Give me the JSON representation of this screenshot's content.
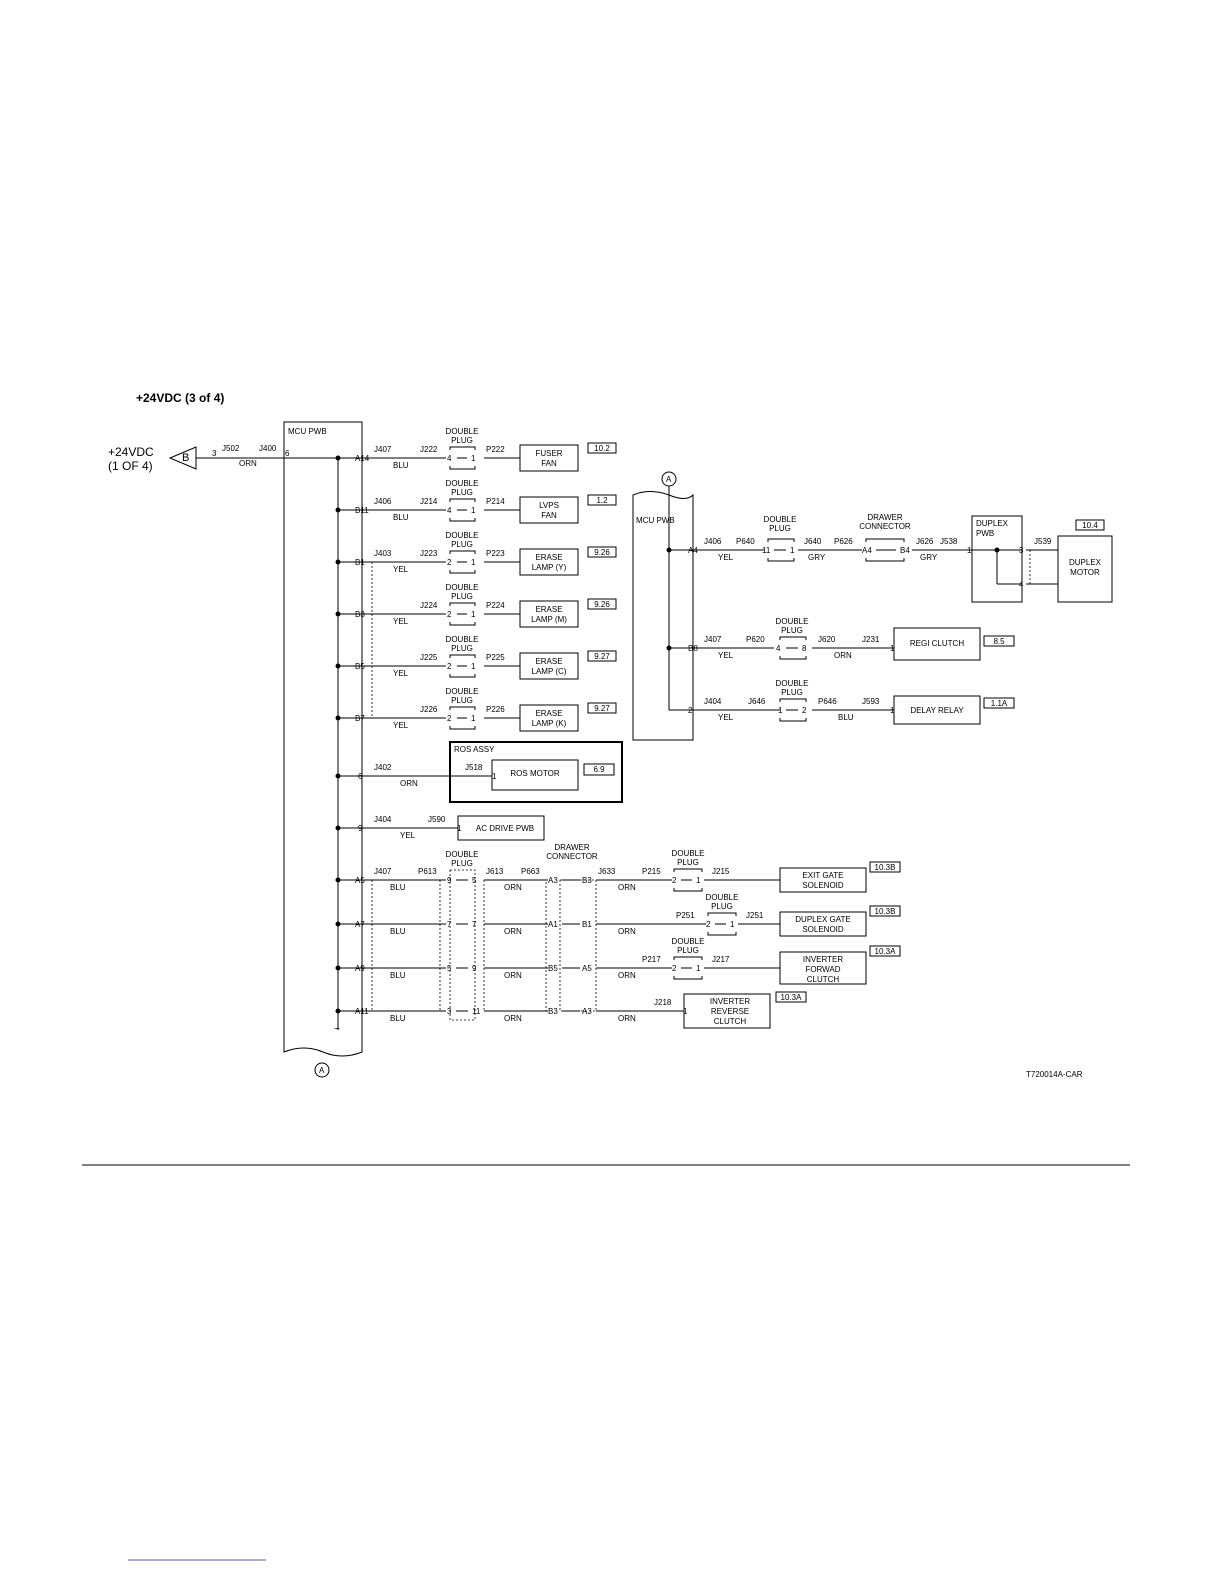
{
  "title": "+24VDC (3 of 4)",
  "source": {
    "line1": "+24VDC",
    "line2": "(1 OF 4)",
    "marker": "B",
    "pin": "3",
    "j502": "J502",
    "j400": "J400",
    "color": "ORN",
    "pin6": "6"
  },
  "mcu_label": "MCU PWB",
  "off_page_marker": "A",
  "figure_id": "T720014A-CAR",
  "double_plug": [
    "DOUBLE",
    "PLUG"
  ],
  "drawer_connector": [
    "DRAWER",
    "CONNECTOR"
  ],
  "branches": [
    {
      "pin": "A14",
      "jack": "J407",
      "color": "BLU",
      "dp_jack": "J222",
      "dp": [
        "4",
        "1"
      ],
      "plug": "P222",
      "comp": [
        "FUSER",
        "FAN"
      ],
      "ref": "10.2"
    },
    {
      "pin": "B11",
      "jack": "J406",
      "color": "BLU",
      "dp_jack": "J214",
      "dp": [
        "4",
        "1"
      ],
      "plug": "P214",
      "comp": [
        "LVPS",
        "FAN"
      ],
      "ref": "1.2"
    },
    {
      "pin": "B1",
      "jack": "J403",
      "color": "YEL",
      "dp_jack": "J223",
      "dp": [
        "2",
        "1"
      ],
      "plug": "P223",
      "comp": [
        "ERASE",
        "LAMP (Y)"
      ],
      "ref": "9.26"
    },
    {
      "pin": "B3",
      "jack": "",
      "color": "YEL",
      "dp_jack": "J224",
      "dp": [
        "2",
        "1"
      ],
      "plug": "P224",
      "comp": [
        "ERASE",
        "LAMP (M)"
      ],
      "ref": "9.26"
    },
    {
      "pin": "B5",
      "jack": "",
      "color": "YEL",
      "dp_jack": "J225",
      "dp": [
        "2",
        "1"
      ],
      "plug": "P225",
      "comp": [
        "ERASE",
        "LAMP (C)"
      ],
      "ref": "9.27"
    },
    {
      "pin": "B7",
      "jack": "",
      "color": "YEL",
      "dp_jack": "J226",
      "dp": [
        "2",
        "1"
      ],
      "plug": "P226",
      "comp": [
        "ERASE",
        "LAMP (K)"
      ],
      "ref": "9.27"
    }
  ],
  "ros": {
    "assy": "ROS ASSY",
    "pin": "6",
    "jack": "J402",
    "color": "ORN",
    "j518": "J518",
    "pin1": "1",
    "motor": "ROS MOTOR",
    "ref": "6.9"
  },
  "ac_drive": {
    "pin": "9",
    "jack": "J404",
    "color": "YEL",
    "j590": "J590",
    "pin1": "1",
    "label": "AC DRIVE PWB"
  },
  "lower": {
    "headers": {
      "j407": "J407",
      "p613": "P613",
      "j613": "J613",
      "p663": "P663",
      "j633": "J633"
    },
    "rows": [
      {
        "pin": "A5",
        "color1": "BLU",
        "dp": [
          "9",
          "5"
        ],
        "color2": "ORN",
        "dc": [
          "A3",
          "B3"
        ],
        "color3": "ORN",
        "plug": "P215",
        "dp2": [
          "2",
          "1"
        ],
        "jack": "J215",
        "comp": [
          "EXIT GATE",
          "SOLENOID"
        ],
        "ref": "10.3B"
      },
      {
        "pin": "A7",
        "color1": "BLU",
        "dp": [
          "7",
          "7"
        ],
        "color2": "ORN",
        "dc": [
          "A1",
          "B1"
        ],
        "color3": "ORN",
        "plug": "P251",
        "dp2": [
          "2",
          "1"
        ],
        "jack": "J251",
        "comp": [
          "DUPLEX GATE",
          "SOLENOID"
        ],
        "ref": "10.3B"
      },
      {
        "pin": "A9",
        "color1": "BLU",
        "dp": [
          "5",
          "9"
        ],
        "color2": "ORN",
        "dc": [
          "B5",
          "A5"
        ],
        "color3": "ORN",
        "plug": "P217",
        "dp2": [
          "2",
          "1"
        ],
        "jack": "J217",
        "comp": [
          "INVERTER",
          "FORWAD",
          "CLUTCH"
        ],
        "ref": "10.3A"
      },
      {
        "pin": "A11",
        "color1": "BLU",
        "dp": [
          "3",
          "11"
        ],
        "color2": "ORN",
        "dc": [
          "B3",
          "A3"
        ],
        "color3": "ORN",
        "plug": "",
        "dp2": [],
        "jack": "J218",
        "comp": [
          "INVERTER",
          "REVERSE",
          "CLUTCH"
        ],
        "ref": "10.3A",
        "pin1": "1"
      }
    ]
  },
  "right": {
    "marker": "A",
    "mcu_label": "MCU PWB",
    "duplex": {
      "pin": "A4",
      "jack": "J406",
      "color": "YEL",
      "p640": "P640",
      "dp": [
        "11",
        "1"
      ],
      "j640": "J640",
      "p626": "P626",
      "color2": "GRY",
      "dc": [
        "A4",
        "B4"
      ],
      "j626": "J626",
      "j538": "J538",
      "color3": "GRY",
      "pwb": [
        "DUPLEX",
        "PWB"
      ],
      "pwb_pins": [
        "1",
        "3",
        "4"
      ],
      "j539": "J539",
      "motor": [
        "DUPLEX",
        "MOTOR"
      ],
      "ref": "10.4"
    },
    "regi": {
      "pin": "B8",
      "jack": "J407",
      "color": "YEL",
      "p620": "P620",
      "dp": [
        "4",
        "8"
      ],
      "j620": "J620",
      "color2": "ORN",
      "j231": "J231",
      "pin1": "1",
      "label": "REGI CLUTCH",
      "ref": "8.5"
    },
    "delay": {
      "pin": "2",
      "jack": "J404",
      "color": "YEL",
      "j646": "J646",
      "dp": [
        "1",
        "2"
      ],
      "p646": "P646",
      "color2": "BLU",
      "j593": "J593",
      "pin1": "1",
      "label": "DELAY RELAY",
      "ref": "1.1A"
    }
  }
}
